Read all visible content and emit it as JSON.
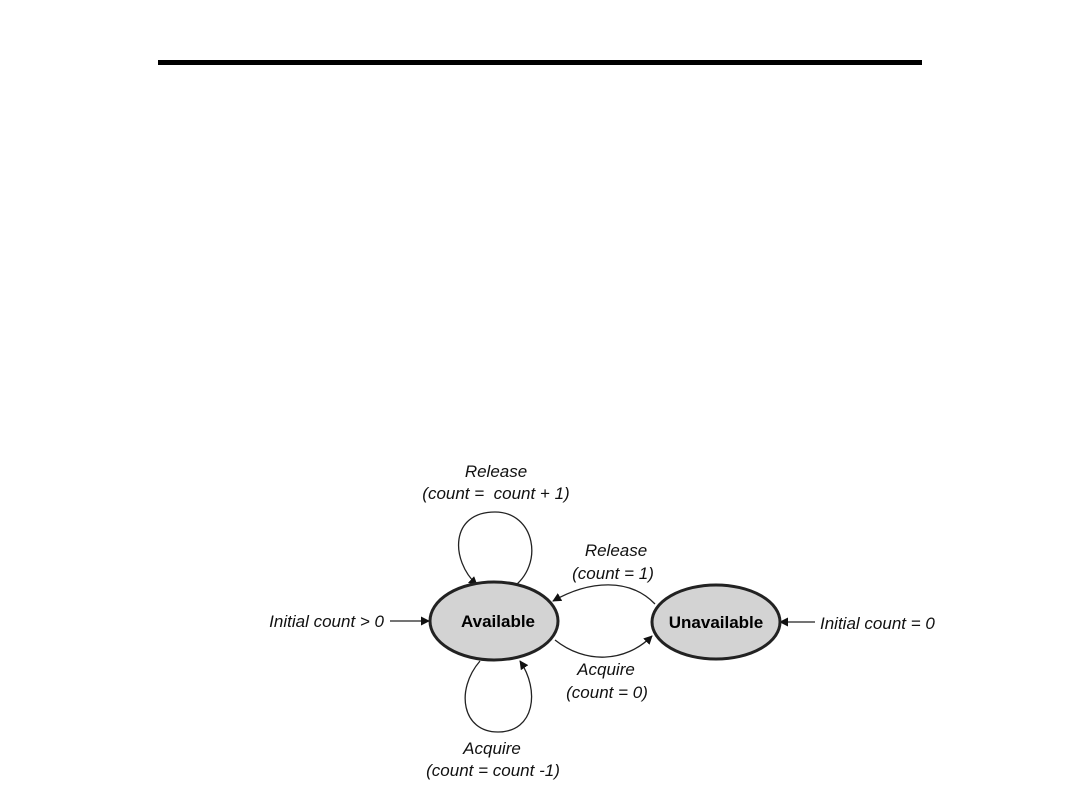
{
  "states": {
    "available": "Available",
    "unavailable": "Unavailable"
  },
  "transitions": {
    "release_self": {
      "event": "Release",
      "condition": "(count =  count + 1)"
    },
    "acquire_self": {
      "event": "Acquire",
      "condition": "(count = count -1)"
    },
    "release_to_available": {
      "event": "Release",
      "condition": "(count = 1)"
    },
    "acquire_to_unavailable": {
      "event": "Acquire",
      "condition": "(count = 0)"
    }
  },
  "initial": {
    "available": "Initial count > 0",
    "unavailable": "Initial count = 0"
  },
  "colors": {
    "state_fill": "#d3d3d3",
    "stroke": "#222222"
  }
}
